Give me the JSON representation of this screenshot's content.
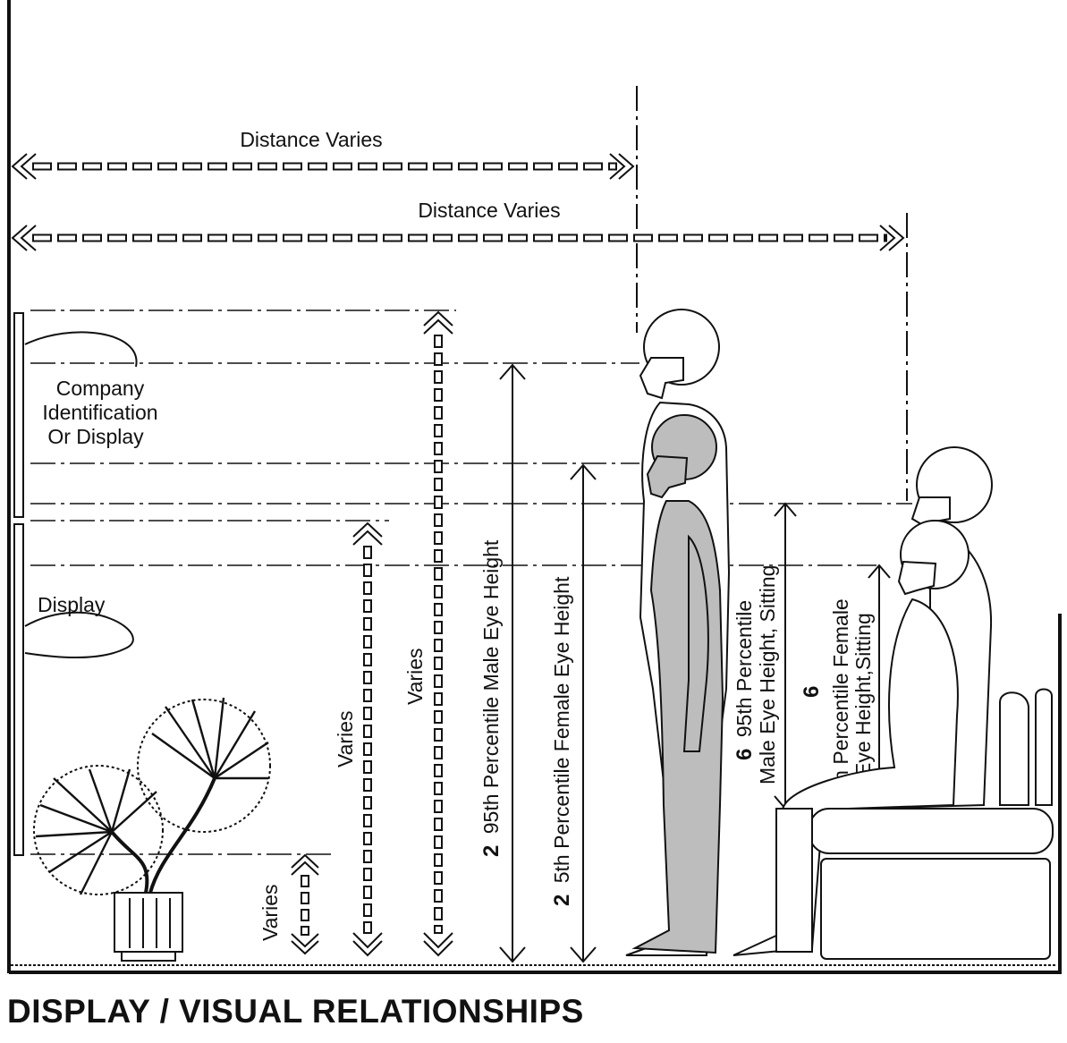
{
  "title": "DISPLAY / VISUAL RELATIONSHIPS",
  "labels": {
    "distance_top": "Distance Varies",
    "distance_bottom": "Distance Varies",
    "company": [
      "Company",
      "Identification",
      "Or Display"
    ],
    "display": "Display",
    "varies_left": "Varies",
    "varies_mid": "Varies",
    "varies_right": "Varies",
    "male_standing": {
      "num": "2",
      "text": "95th Percentile Male Eye Height"
    },
    "female_standing": {
      "num": "2",
      "text": "5th Percentile Female Eye Height"
    },
    "male_sitting": {
      "num": "6",
      "line1": "95th Percentile",
      "line2": "Male Eye Height, Sitting"
    },
    "female_sitting": {
      "num": "6",
      "line1": "5th Percentile Female",
      "line2": "Eye Height,Sitting"
    }
  }
}
